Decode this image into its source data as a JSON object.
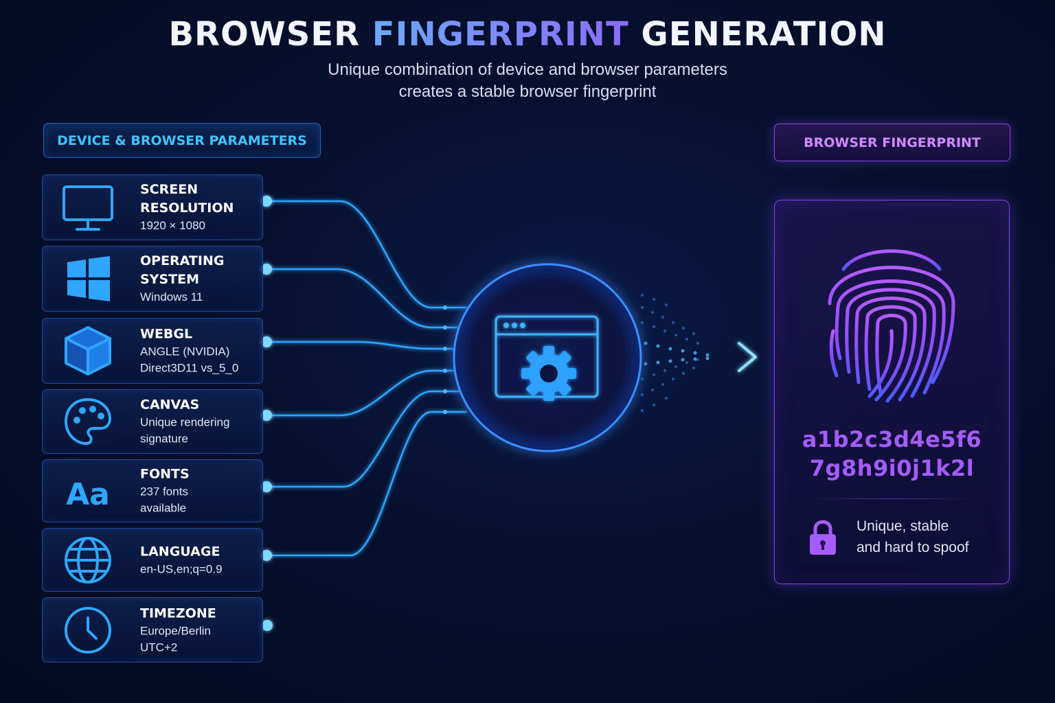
{
  "header": {
    "title_pre": "BROWSER ",
    "title_accent": "FINGERPRINT",
    "title_post": " GENERATION",
    "subtitle_line1": "Unique combination of device and browser parameters",
    "subtitle_line2": "creates a stable browser fingerprint"
  },
  "left_section": {
    "label": "DEVICE & BROWSER PARAMETERS",
    "parameters": [
      {
        "name": "SCREEN RESOLUTION",
        "value": "1920 × 1080",
        "icon": "monitor-icon"
      },
      {
        "name": "OPERATING SYSTEM",
        "value": "Windows 11",
        "icon": "windows-logo-icon"
      },
      {
        "name": "WEBGL",
        "value": "ANGLE (NVIDIA)\nDirect3D11 vs_5_0",
        "icon": "cube-icon"
      },
      {
        "name": "CANVAS",
        "value": "Unique rendering\nsignature",
        "icon": "palette-icon"
      },
      {
        "name": "FONTS",
        "value": "237 fonts\navailable",
        "icon": "font-aa-icon"
      },
      {
        "name": "LANGUAGE",
        "value": "en-US,en;q=0.9",
        "icon": "globe-icon"
      },
      {
        "name": "TIMEZONE",
        "value": "Europe/Berlin\nUTC+2",
        "icon": "clock-icon"
      }
    ]
  },
  "processor": {
    "icon": "browser-gear-icon"
  },
  "right_section": {
    "label": "BROWSER FINGERPRINT",
    "fingerprint_icon": "fingerprint-icon",
    "hash_line1": "a1b2c3d4e5f6",
    "hash_line2": "7g8h9i0j1k2l",
    "lock_icon": "lock-icon",
    "note": "Unique, stable\nand hard to spoof"
  },
  "colors": {
    "background": "#050c26",
    "cyan_accent": "#3fc3ff",
    "blue_glow": "#2f8cff",
    "purple_accent": "#a55cff",
    "card_border": "#1e4a92"
  }
}
